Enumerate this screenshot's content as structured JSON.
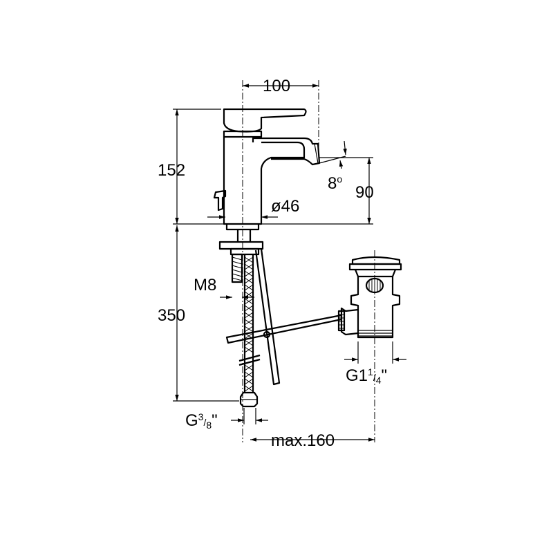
{
  "dimensions": {
    "width_top": "100",
    "height_body": "152",
    "height_spout": "90",
    "spout_angle_value": "8",
    "spout_angle_unit": "o",
    "base_diameter": "ø46",
    "stud_thread": "M8",
    "hose_length": "350",
    "hose_thread_letter": "G",
    "hose_thread_num": "3",
    "hose_thread_den": "8",
    "hose_thread_unit": "\"",
    "waste_thread_letter": "G1",
    "waste_thread_num": "1",
    "waste_thread_den": "4",
    "waste_thread_unit": "\"",
    "max_distance": "max.160"
  }
}
